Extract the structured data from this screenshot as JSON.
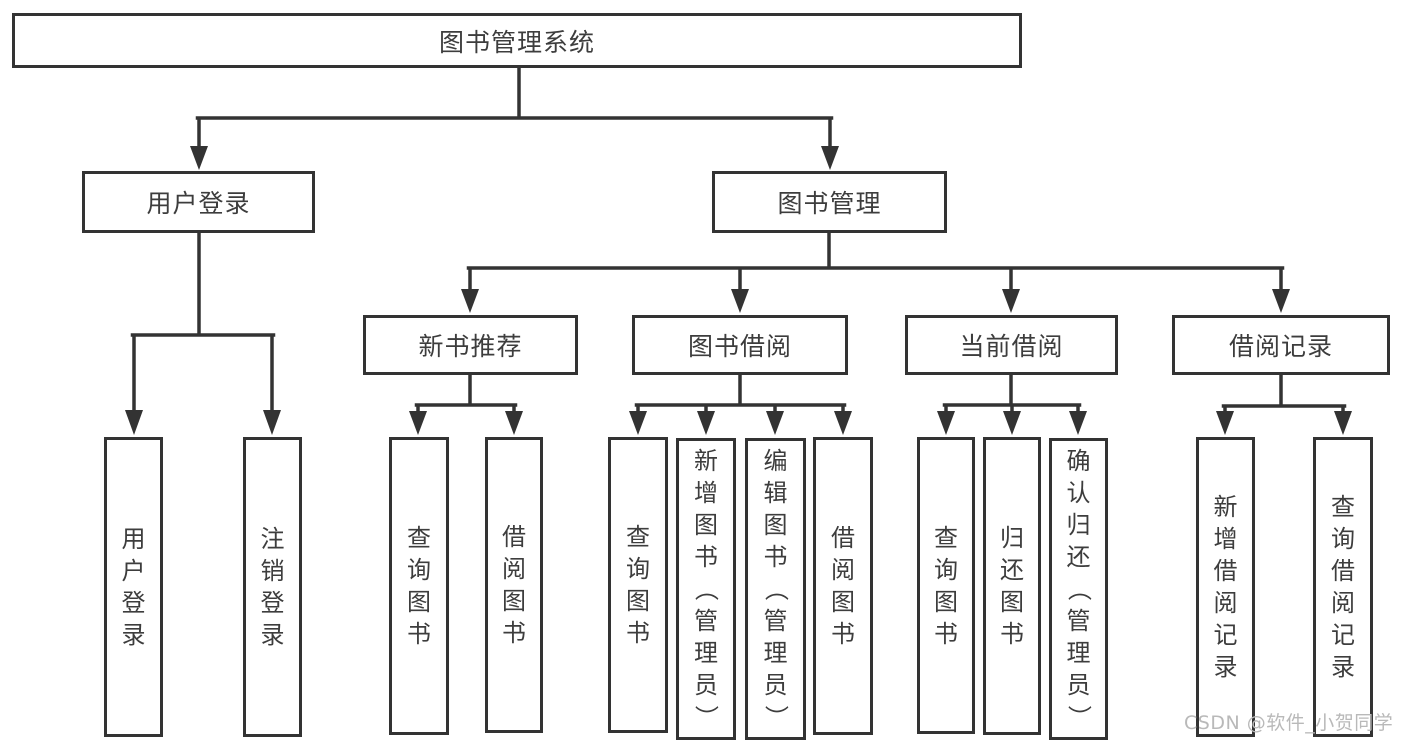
{
  "diagram": {
    "title": "图书管理系统",
    "root": {
      "label": "图书管理系统"
    },
    "level2": {
      "user_login": {
        "label": "用户登录"
      },
      "book_mgmt": {
        "label": "图书管理"
      }
    },
    "level3": {
      "new_book": {
        "label": "新书推荐"
      },
      "book_borrow": {
        "label": "图书借阅"
      },
      "current_borrow": {
        "label": "当前借阅"
      },
      "borrow_record": {
        "label": "借阅记录"
      }
    },
    "leaves": {
      "user_login": [
        "用户登录",
        "注销登录"
      ],
      "new_book": [
        "查询图书",
        "借阅图书"
      ],
      "book_borrow": [
        "查询图书",
        "新增图书（管理员）",
        "编辑图书（管理员）",
        "借阅图书"
      ],
      "current_borrow": [
        "查询图书",
        "归还图书",
        "确认归还（管理员）"
      ],
      "borrow_record": [
        "新增借阅记录",
        "查询借阅记录"
      ]
    }
  },
  "watermark": {
    "text": "CSDN @软件_小贺同学"
  },
  "colors": {
    "line": "#333333",
    "border": "#333333",
    "text": "#3d3d3d",
    "watermark": "#b9b9b9",
    "background": "#ffffff"
  }
}
